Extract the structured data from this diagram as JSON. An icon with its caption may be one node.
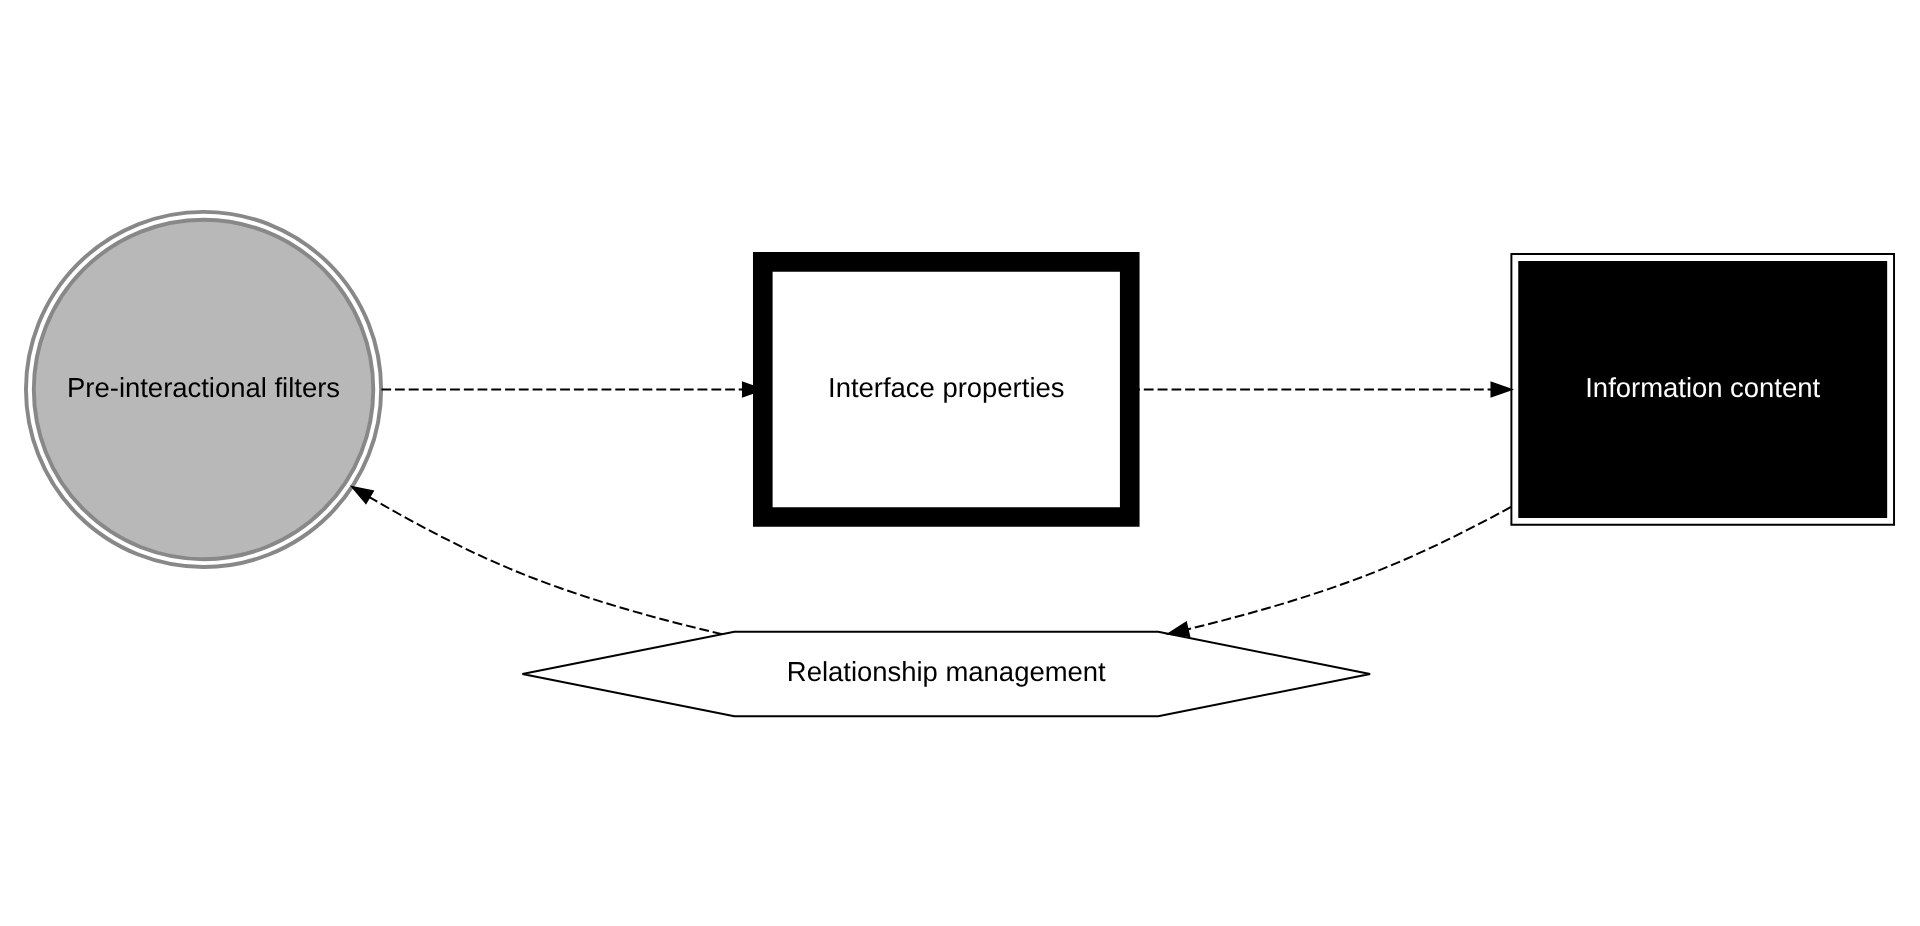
{
  "diagram": {
    "nodes": [
      {
        "text": [
          "Pre-interactional filters"
        ]
      },
      {
        "text": [
          "Interface properties"
        ]
      },
      {
        "text": [
          "Information content"
        ]
      },
      {
        "text": [
          "Relationship management"
        ]
      }
    ],
    "edges": [
      {
        "from": 0,
        "to": 1,
        "arrow": "to",
        "style": "dashed"
      },
      {
        "from": 1,
        "to": 2,
        "arrow": "to",
        "style": "dashed"
      },
      {
        "from": 2,
        "to": 3,
        "arrow": "to",
        "style": "dashed"
      },
      {
        "from": 3,
        "to": 0,
        "arrow": "to",
        "style": "dashed"
      }
    ]
  }
}
